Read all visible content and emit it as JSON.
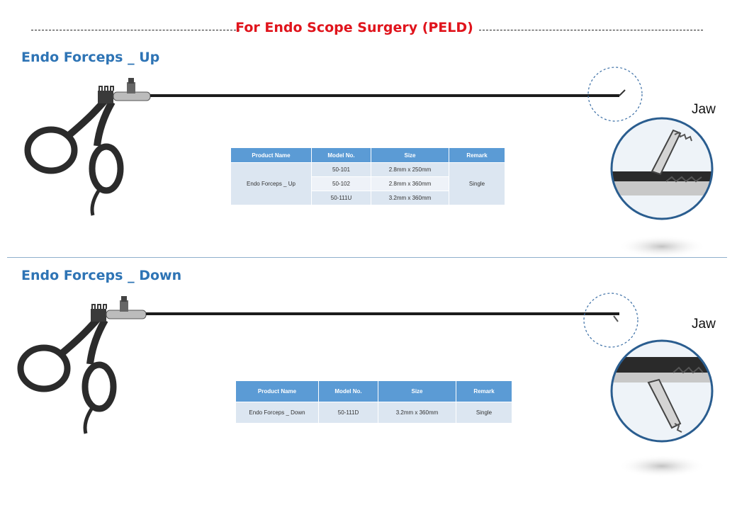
{
  "header": {
    "title": "For Endo Scope Surgery (PELD)"
  },
  "sections": [
    {
      "title": "Endo Forceps _ Up",
      "jaw_label": "Jaw",
      "table": {
        "headers": [
          "Product Name",
          "Model No.",
          "Size",
          "Remark"
        ],
        "product_name": "Endo Forceps _ Up",
        "remark": "Single",
        "rows": [
          {
            "model": "50-101",
            "size": "2.8mm x 250mm"
          },
          {
            "model": "50-102",
            "size": "2.8mm x 360mm"
          },
          {
            "model": "50-111U",
            "size": "3.2mm x 360mm"
          }
        ]
      }
    },
    {
      "title": "Endo Forceps _ Down",
      "jaw_label": "Jaw",
      "table": {
        "headers": [
          "Product Name",
          "Model No.",
          "Size",
          "Remark"
        ],
        "rows": [
          {
            "product_name": "Endo Forceps _ Down",
            "model": "50-111D",
            "size": "3.2mm x 360mm",
            "remark": "Single"
          }
        ]
      }
    }
  ],
  "colors": {
    "title_red": "#e0141c",
    "section_blue": "#2e74b5",
    "table_header": "#5b9bd5",
    "table_cell": "#dce6f1"
  }
}
